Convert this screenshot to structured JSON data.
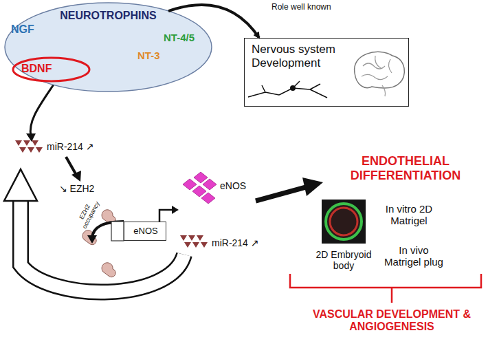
{
  "diagram": {
    "nodes": [
      {
        "text": [
          "NEUROTROPHINS"
        ]
      },
      {
        "text": [
          "BDNF"
        ],
        "in": 0
      },
      {
        "text": [
          "Nervous system Development"
        ]
      },
      {
        "text": [
          "eNOS"
        ]
      }
    ],
    "edges": [
      {
        "from": 0,
        "to": 2,
        "arrow": "to",
        "label": "Role well known"
      }
    ],
    "labels": [
      "NGF",
      "NT-4/5",
      "NT-3",
      "miR-214 ↗",
      "↘ EZH2",
      "EZH2 occupancy",
      "eNOS",
      "miR-214 ↗",
      "ENDOTHELIAL DIFFERENTIATION",
      "2D Embryoid body",
      "In vitro 2D Matrigel",
      "In vivo Matrigel plug",
      "VASCULAR DEVELOPMENT & ANGIOGENESIS"
    ]
  }
}
